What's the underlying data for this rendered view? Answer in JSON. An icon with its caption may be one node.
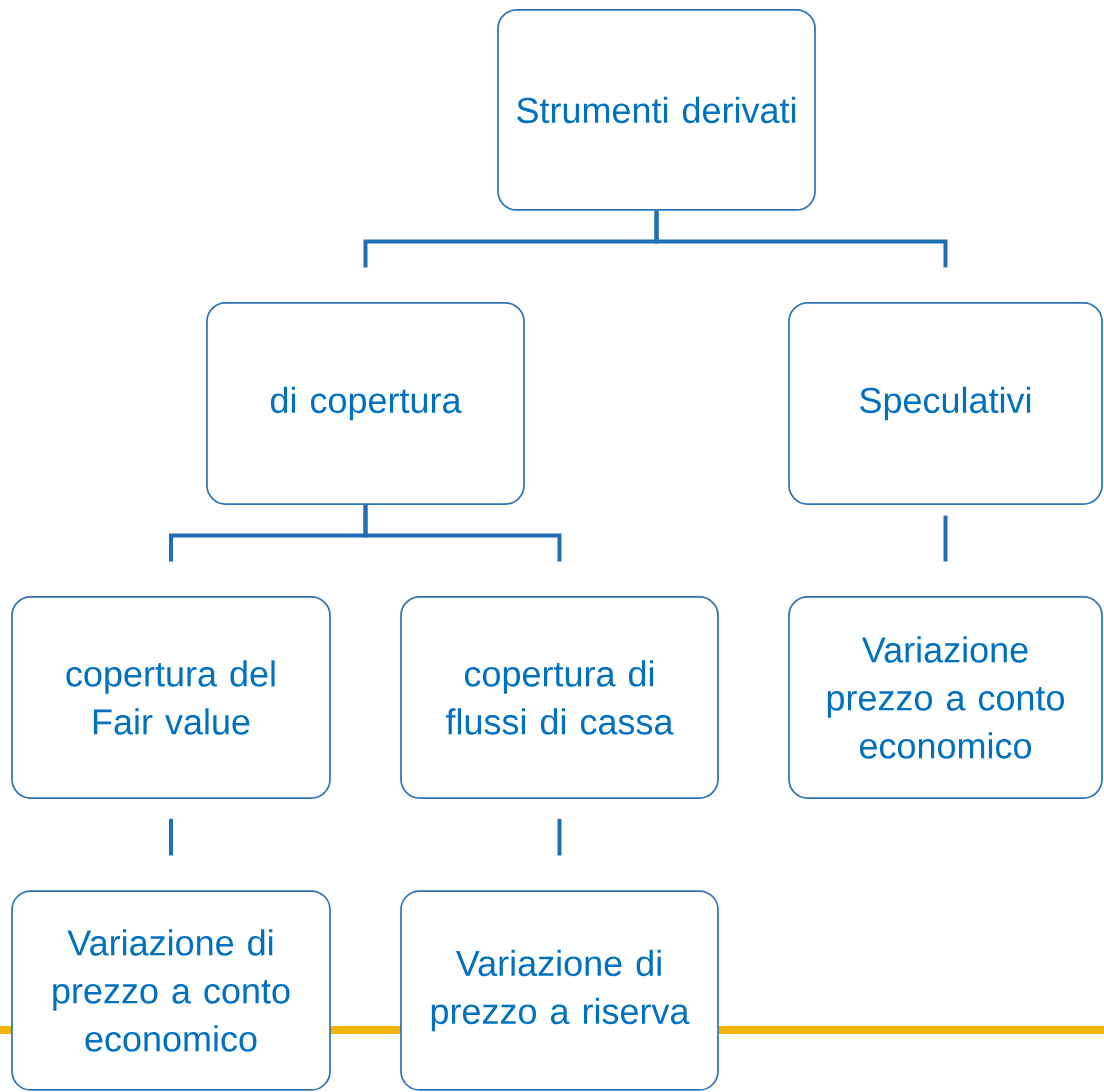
{
  "diagram": {
    "nodes": [
      {
        "text": [
          "Strumenti derivati"
        ]
      },
      {
        "text": [
          "di copertura"
        ]
      },
      {
        "text": [
          "Speculativi"
        ]
      },
      {
        "text": [
          "copertura del Fair value"
        ]
      },
      {
        "text": [
          "copertura di flussi di cassa"
        ]
      },
      {
        "text": [
          "Variazione prezzo a conto economico"
        ]
      },
      {
        "text": [
          "Variazione di prezzo a conto economico"
        ]
      },
      {
        "text": [
          "Variazione di prezzo a riserva"
        ]
      }
    ],
    "edges": [
      {
        "from": 0,
        "to": 1,
        "arrow": "none"
      },
      {
        "from": 0,
        "to": 2,
        "arrow": "none"
      },
      {
        "from": 1,
        "to": 3,
        "arrow": "none"
      },
      {
        "from": 1,
        "to": 4,
        "arrow": "none"
      },
      {
        "from": 2,
        "to": 5,
        "arrow": "none"
      },
      {
        "from": 3,
        "to": 6,
        "arrow": "none"
      },
      {
        "from": 4,
        "to": 7,
        "arrow": "none"
      }
    ]
  }
}
